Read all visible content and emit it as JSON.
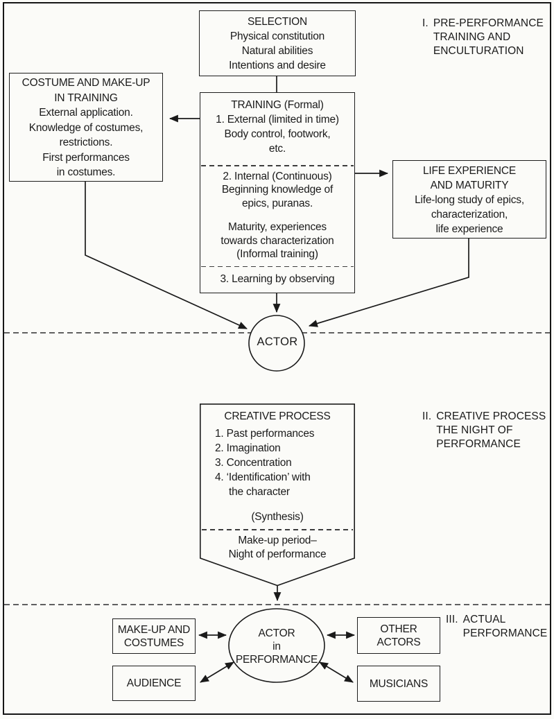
{
  "section_headers": {
    "one": {
      "numeral": "I.",
      "lines": [
        "PRE-PERFORMANCE",
        "TRAINING AND",
        "ENCULTURATION"
      ]
    },
    "two": {
      "numeral": "II.",
      "lines": [
        "CREATIVE PROCESS",
        "THE NIGHT OF",
        "PERFORMANCE"
      ]
    },
    "three": {
      "numeral": "III.",
      "lines": [
        "ACTUAL",
        "PERFORMANCE"
      ]
    }
  },
  "selection_box": {
    "title": "SELECTION",
    "lines": [
      "Physical constitution",
      "Natural abilities",
      "Intentions and desire"
    ]
  },
  "costume_box": {
    "lines": [
      "COSTUME AND MAKE-UP",
      "IN TRAINING",
      "External application.",
      "Knowledge of costumes,",
      "restrictions.",
      "First performances",
      "in costumes."
    ]
  },
  "training_box": {
    "part1": [
      "TRAINING (Formal)",
      "1. External (limited in time)",
      "Body control, footwork,",
      "etc."
    ],
    "part2a": [
      "2. Internal (Continuous)",
      "Beginning knowledge of",
      "epics, puranas."
    ],
    "part2b": [
      "Maturity, experiences",
      "towards characterization",
      "(Informal training)"
    ],
    "part3": [
      "3. Learning by observing"
    ]
  },
  "life_box": {
    "lines": [
      "LIFE EXPERIENCE",
      "AND MATURITY",
      "Life-long study of epics,",
      "characterization,",
      "life experience"
    ]
  },
  "actor_node": {
    "label": "ACTOR"
  },
  "creative_box": {
    "title": "CREATIVE PROCESS",
    "list": [
      "1. Past performances",
      "2. Imagination",
      "3. Concentration",
      "4. ‘Identification’ with",
      "the character"
    ],
    "synthesis": "(Synthesis)",
    "footer": [
      "Make-up period–",
      "Night of performance"
    ]
  },
  "performance_node": {
    "lines": [
      "ACTOR",
      "in",
      "PERFORMANCE"
    ]
  },
  "makeup_box": {
    "lines": [
      "MAKE-UP AND",
      "COSTUMES"
    ]
  },
  "audience_box": {
    "label": "AUDIENCE"
  },
  "other_actors_box": {
    "lines": [
      "OTHER",
      "ACTORS"
    ]
  },
  "musicians_box": {
    "label": "MUSICIANS"
  },
  "colors": {
    "ink": "#1a1a1a",
    "dash": "#4a4a4a",
    "paper": "#fbfbf8"
  }
}
